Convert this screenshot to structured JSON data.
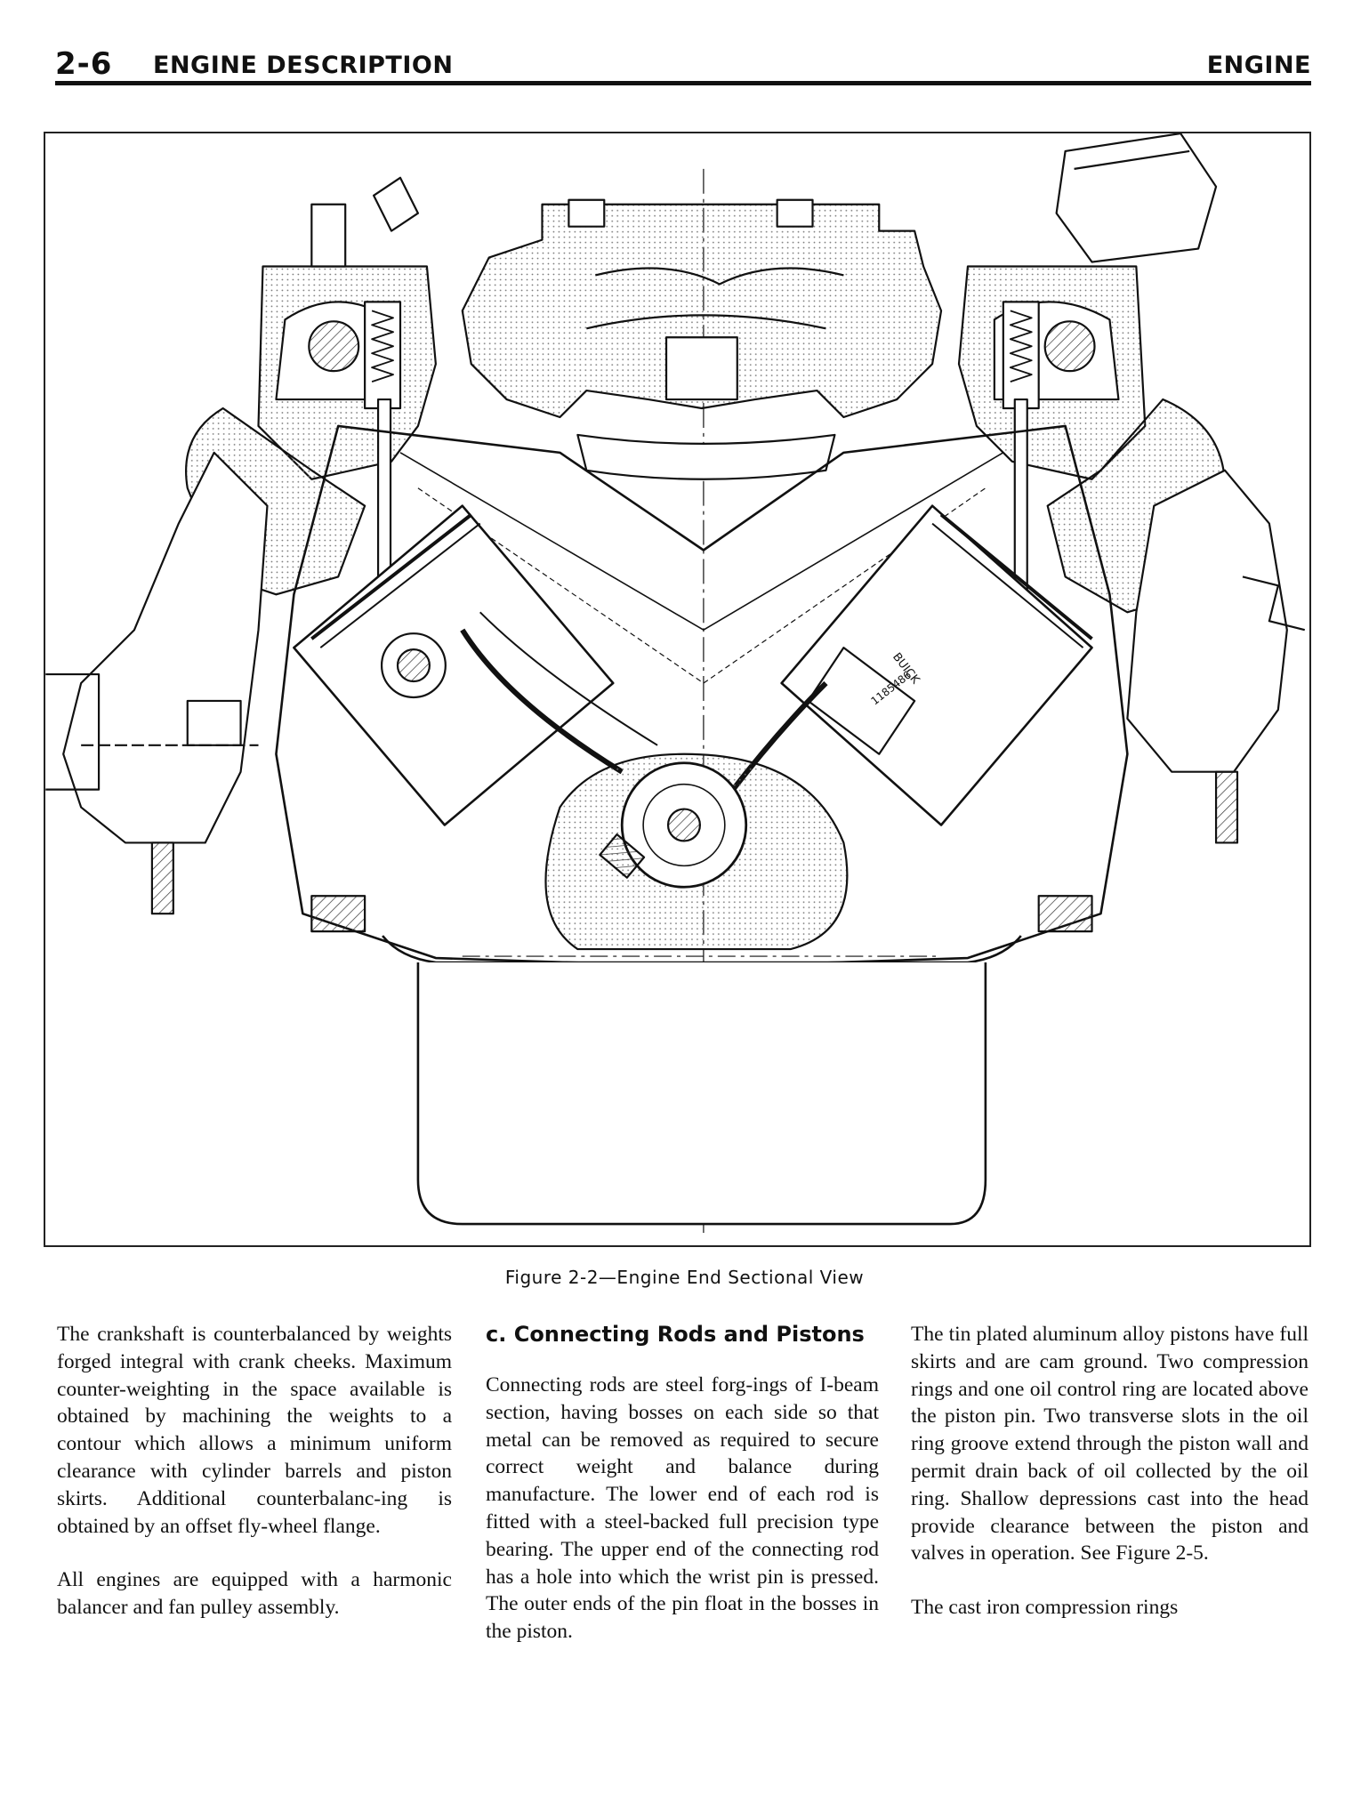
{
  "header": {
    "page_number": "2-6",
    "section_title": "ENGINE DESCRIPTION",
    "chapter_title": "ENGINE"
  },
  "figure": {
    "caption": "Figure 2-2—Engine End Sectional View",
    "piston_marking_brand": "BUICK",
    "piston_marking_number": "1185486"
  },
  "columns": {
    "col1": {
      "p1": "The crankshaft is counterbalanced by weights forged integral with crank cheeks. Maximum counter-weighting in the space available is obtained by machining the weights to a contour which allows a minimum uniform clearance with cylinder barrels and piston skirts. Additional counterbalanc-ing is obtained by an offset fly-wheel flange.",
      "p2": "All engines are equipped with a harmonic balancer and fan pulley assembly."
    },
    "col2": {
      "heading": "c. Connecting Rods and Pistons",
      "p1": "Connecting rods are steel forg-ings of I-beam section, having bosses on each side so that metal can be removed as required to secure correct weight and balance during manufacture. The lower end of each rod is fitted with a steel-backed full precision type bearing. The upper end of the connecting rod has a hole into which the wrist pin is pressed. The outer ends of the pin float in the bosses in the piston."
    },
    "col3": {
      "p1": "The tin plated aluminum alloy pistons have full skirts and are cam ground. Two compression rings and one oil control ring are located above the piston pin. Two transverse slots in the oil ring groove extend through the piston wall and permit drain back of oil collected by the oil ring. Shallow depressions cast into the head provide clearance between the piston and valves in operation. See Figure 2-5.",
      "p2": "The cast iron compression rings"
    }
  }
}
